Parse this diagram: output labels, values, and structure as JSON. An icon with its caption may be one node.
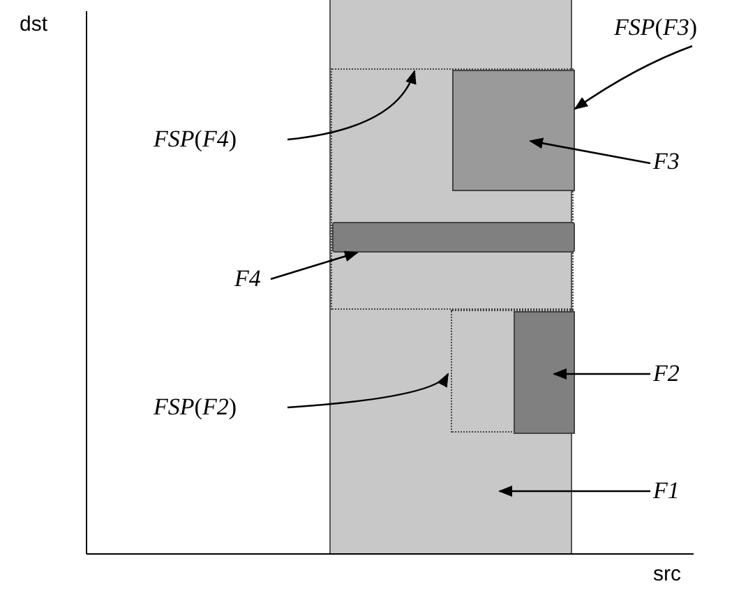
{
  "diagram": {
    "nodes": [
      {
        "text": [],
        "shape": "box"
      },
      {
        "text": [],
        "shape": "box",
        "in": 0
      },
      {
        "text": [],
        "shape": "box",
        "in": 1
      },
      {
        "text": [],
        "shape": "bar",
        "in": 1
      },
      {
        "text": [],
        "shape": "box",
        "in": 0
      },
      {
        "text": [],
        "shape": "box",
        "in": 4
      },
      {
        "text": [
          "*FSP*(*F3*)"
        ]
      },
      {
        "text": [
          "*FSP*(*F4*)"
        ]
      },
      {
        "text": [
          "F3"
        ]
      },
      {
        "text": [
          "F4"
        ]
      },
      {
        "text": [
          "*FSP*(*F2*)"
        ]
      },
      {
        "text": [
          "F2"
        ]
      },
      {
        "text": [
          "F1"
        ]
      }
    ],
    "edges": [
      {
        "from": 6,
        "to": 2,
        "arrow": "to"
      },
      {
        "from": 7,
        "to": 1,
        "arrow": "to"
      },
      {
        "from": 8,
        "to": 2,
        "arrow": "to"
      },
      {
        "from": 9,
        "to": 3,
        "arrow": "to"
      },
      {
        "from": 10,
        "to": 4,
        "arrow": "to"
      },
      {
        "from": 11,
        "to": 5,
        "arrow": "to"
      },
      {
        "from": 12,
        "to": 0,
        "arrow": "to"
      }
    ],
    "labels": [
      "dst",
      "src"
    ]
  }
}
